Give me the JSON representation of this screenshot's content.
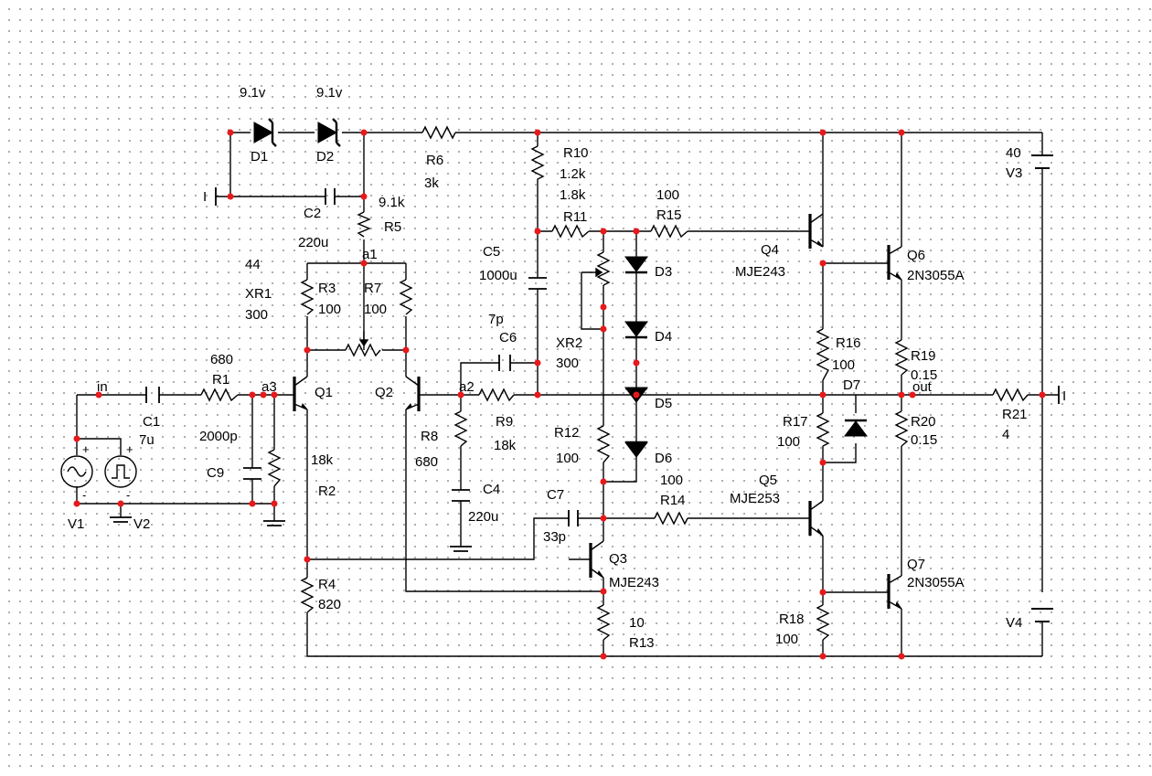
{
  "schematic": {
    "labels": {
      "d1_val": "9.1v",
      "d2_val": "9.1v",
      "d1": "D1",
      "d2": "D2",
      "r6": "R6",
      "r6_val": "3k",
      "r10": "R10",
      "r10_val1": "1.2k",
      "r10_val2": "1.8k",
      "c2": "C2",
      "c2_val": "220u",
      "r5_val": "9.1k",
      "r5": "R5",
      "a1": "a1",
      "c5": "C5",
      "c5_val": "1000u",
      "r11": "R11",
      "r15_val": "100",
      "r15": "R15",
      "q4": "Q4",
      "q4_part": "MJE243",
      "q6": "Q6",
      "q6_part": "2N3055A",
      "v3_val": "40",
      "v3": "V3",
      "xr1_val1": "44",
      "xr1": "XR1",
      "xr1_val2": "300",
      "r3": "R3",
      "r3_val": "100",
      "r7": "R7",
      "r7_val": "100",
      "c6_val": "7p",
      "c6": "C6",
      "xr2": "XR2",
      "xr2_val": "300",
      "d3": "D3",
      "d4": "D4",
      "d5": "D5",
      "d6": "D6",
      "d7": "D7",
      "r16": "R16",
      "r16_val": "100",
      "r19": "R19",
      "r19_val": "0.15",
      "r1_val": "680",
      "r1": "R1",
      "in": "in",
      "a3": "a3",
      "q1": "Q1",
      "q2": "Q2",
      "a2": "a2",
      "r9": "R9",
      "r9_val": "18k",
      "out": "out",
      "r21": "R21",
      "r21_val": "4",
      "c1": "C1",
      "c1_val": "7u",
      "c9_val": "2000p",
      "c9": "C9",
      "r8": "R8",
      "r8_val": "680",
      "r12": "R12",
      "r12_val": "100",
      "r17": "R17",
      "r17_val": "100",
      "r20": "R20",
      "r20_val": "0.15",
      "r2_val": "18k",
      "r2": "R2",
      "c4": "C4",
      "c4_val": "220u",
      "c7": "C7",
      "c7_val": "33p",
      "r14_val": "100",
      "r14": "R14",
      "q5": "Q5",
      "q5_part": "MJE253",
      "v1": "V1",
      "v2": "V2",
      "q3": "Q3",
      "q3_part": "MJE243",
      "q7": "Q7",
      "q7_part": "2N3055A",
      "r4": "R4",
      "r4_val": "820",
      "r13_val": "10",
      "r13": "R13",
      "r18": "R18",
      "r18_val": "100",
      "v4": "V4",
      "plus": "+",
      "minus": "-",
      "gnd_i": "I"
    }
  }
}
